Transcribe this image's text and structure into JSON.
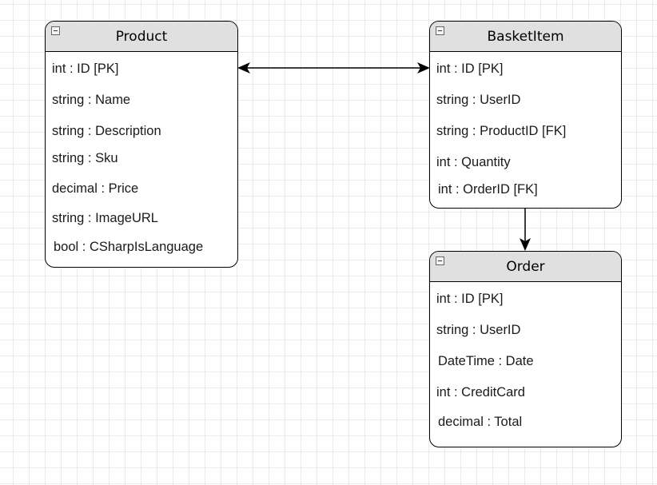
{
  "entities": {
    "product": {
      "title": "Product",
      "fields": [
        "int : ID [PK]",
        "string : Name",
        "string : Description",
        "string : Sku",
        "decimal : Price",
        "string : ImageURL",
        "bool : CSharpIsLanguage"
      ]
    },
    "basketitem": {
      "title": "BasketItem",
      "fields": [
        "int : ID [PK]",
        "string : UserID",
        "string : ProductID [FK]",
        "int : Quantity",
        "int : OrderID [FK]"
      ]
    },
    "order": {
      "title": "Order",
      "fields": [
        "int : ID [PK]",
        "string : UserID",
        "DateTime : Date",
        "int : CreditCard",
        "decimal : Total"
      ]
    }
  },
  "connectors": [
    {
      "from": "Product",
      "to": "BasketItem",
      "direction": "both"
    },
    {
      "from": "BasketItem",
      "to": "Order",
      "direction": "to"
    }
  ]
}
